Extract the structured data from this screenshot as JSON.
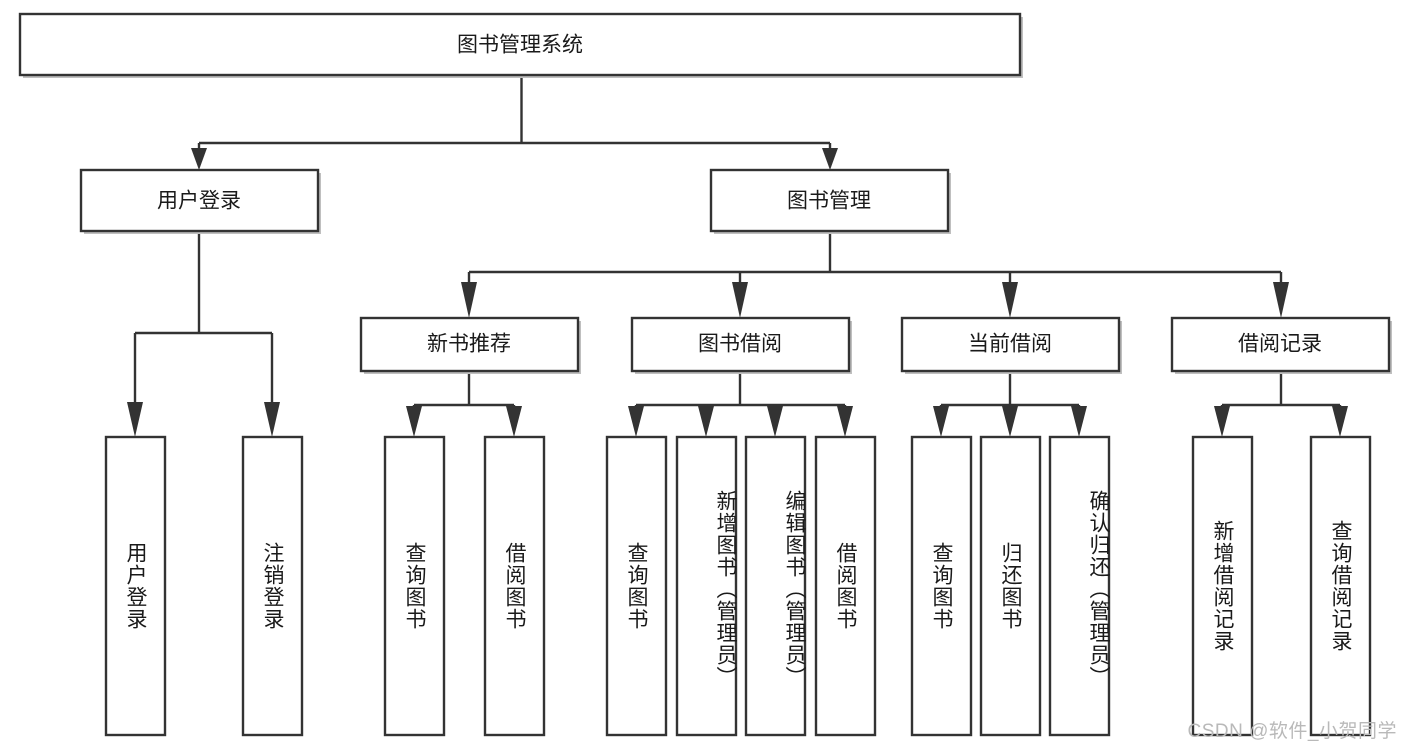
{
  "diagram": {
    "title": "图书管理系统",
    "type": "hierarchy-tree",
    "root": {
      "id": "root",
      "label": "图书管理系统",
      "orientation": "horizontal"
    },
    "level1": [
      {
        "id": "user-login",
        "label": "用户登录",
        "orientation": "horizontal"
      },
      {
        "id": "book-management",
        "label": "图书管理",
        "orientation": "horizontal"
      }
    ],
    "level2": [
      {
        "id": "new-book-recommend",
        "label": "新书推荐",
        "parent": "book-management",
        "orientation": "horizontal"
      },
      {
        "id": "book-borrow",
        "label": "图书借阅",
        "parent": "book-management",
        "orientation": "horizontal"
      },
      {
        "id": "current-borrow",
        "label": "当前借阅",
        "parent": "book-management",
        "orientation": "horizontal"
      },
      {
        "id": "borrow-record",
        "label": "借阅记录",
        "parent": "book-management",
        "orientation": "horizontal"
      }
    ],
    "leaves": [
      {
        "id": "leaf-user-login",
        "label": "用户登录",
        "parent": "user-login",
        "orientation": "vertical"
      },
      {
        "id": "leaf-logout-login",
        "label": "注销登录",
        "parent": "user-login",
        "orientation": "vertical"
      },
      {
        "id": "leaf-query-book-1",
        "label": "查询图书",
        "parent": "new-book-recommend",
        "orientation": "vertical"
      },
      {
        "id": "leaf-borrow-book-1",
        "label": "借阅图书",
        "parent": "new-book-recommend",
        "orientation": "vertical"
      },
      {
        "id": "leaf-query-book-2",
        "label": "查询图书",
        "parent": "book-borrow",
        "orientation": "vertical"
      },
      {
        "id": "leaf-add-book",
        "label": "新增图书（管理员）",
        "parent": "book-borrow",
        "orientation": "vertical"
      },
      {
        "id": "leaf-edit-book",
        "label": "编辑图书（管理员）",
        "parent": "book-borrow",
        "orientation": "vertical"
      },
      {
        "id": "leaf-borrow-book-2",
        "label": "借阅图书",
        "parent": "book-borrow",
        "orientation": "vertical"
      },
      {
        "id": "leaf-query-book-3",
        "label": "查询图书",
        "parent": "current-borrow",
        "orientation": "vertical"
      },
      {
        "id": "leaf-return-book",
        "label": "归还图书",
        "parent": "current-borrow",
        "orientation": "vertical"
      },
      {
        "id": "leaf-confirm-return",
        "label": "确认归还（管理员）",
        "parent": "current-borrow",
        "orientation": "vertical"
      },
      {
        "id": "leaf-add-record",
        "label": "新增借阅记录",
        "parent": "borrow-record",
        "orientation": "vertical"
      },
      {
        "id": "leaf-query-record",
        "label": "查询借阅记录",
        "parent": "borrow-record",
        "orientation": "vertical"
      }
    ],
    "colors": {
      "stroke": "#333333",
      "fill": "#ffffff",
      "text": "#1a1a1a",
      "shadow": "#bfbfbf",
      "watermark": "#b9b9b9"
    }
  },
  "watermark": {
    "text": "CSDN @软件_小贺同学"
  }
}
